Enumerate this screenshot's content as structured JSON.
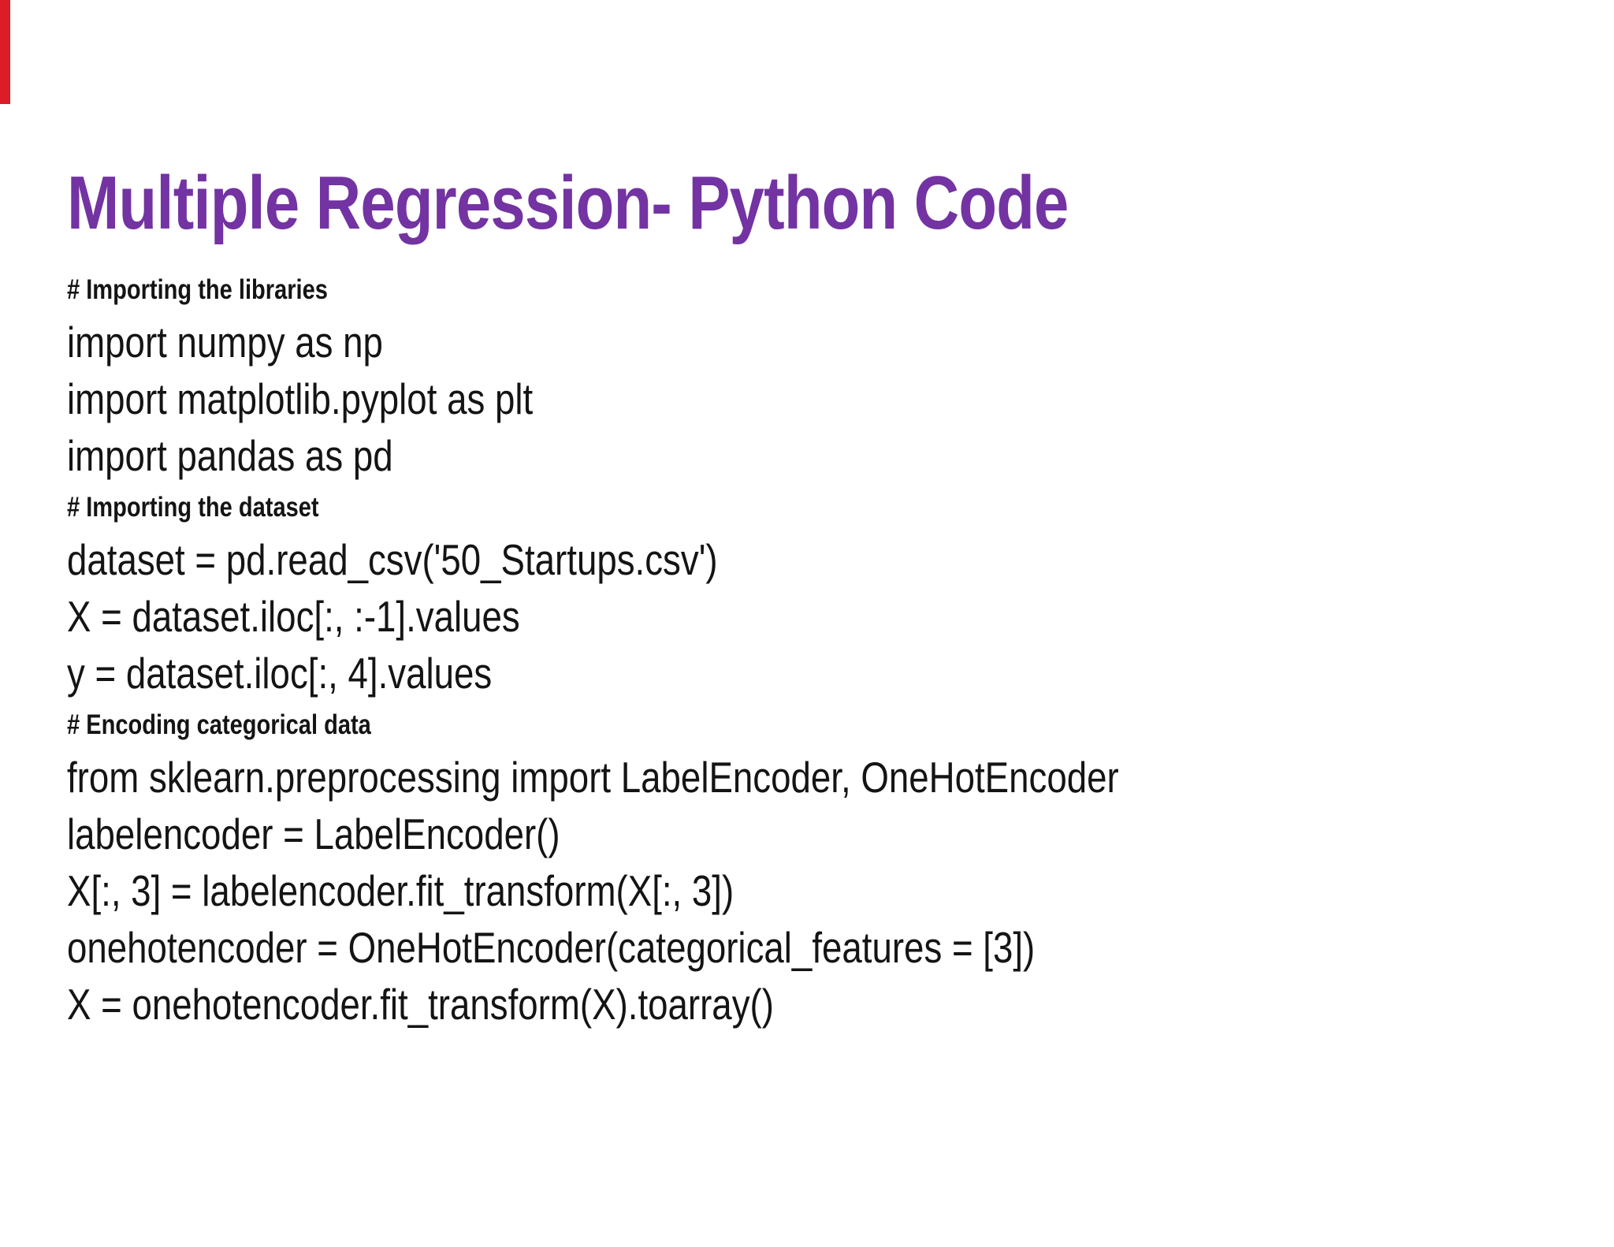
{
  "slide": {
    "title": "Multiple Regression- Python Code",
    "colors": {
      "title": "#7333a2",
      "body_text": "#141414",
      "background": "#ffffff",
      "accent_bar": "#dd1d25"
    },
    "lines": [
      {
        "type": "comment",
        "text": "# Importing the libraries"
      },
      {
        "type": "code",
        "text": "import numpy as np"
      },
      {
        "type": "code",
        "text": "import matplotlib.pyplot as plt"
      },
      {
        "type": "code",
        "text": "import pandas as pd"
      },
      {
        "type": "comment",
        "text": "# Importing the dataset"
      },
      {
        "type": "code",
        "text": "dataset = pd.read_csv('50_Startups.csv')"
      },
      {
        "type": "code",
        "text": "X = dataset.iloc[:, :-1].values"
      },
      {
        "type": "code",
        "text": "y = dataset.iloc[:, 4].values"
      },
      {
        "type": "comment",
        "text": "# Encoding categorical data"
      },
      {
        "type": "code",
        "text": "from sklearn.preprocessing import LabelEncoder, OneHotEncoder"
      },
      {
        "type": "code",
        "text": "labelencoder = LabelEncoder()"
      },
      {
        "type": "code",
        "text": "X[:, 3] = labelencoder.fit_transform(X[:, 3])"
      },
      {
        "type": "code",
        "text": "onehotencoder = OneHotEncoder(categorical_features = [3])"
      },
      {
        "type": "code",
        "text": "X = onehotencoder.fit_transform(X).toarray()"
      }
    ]
  }
}
